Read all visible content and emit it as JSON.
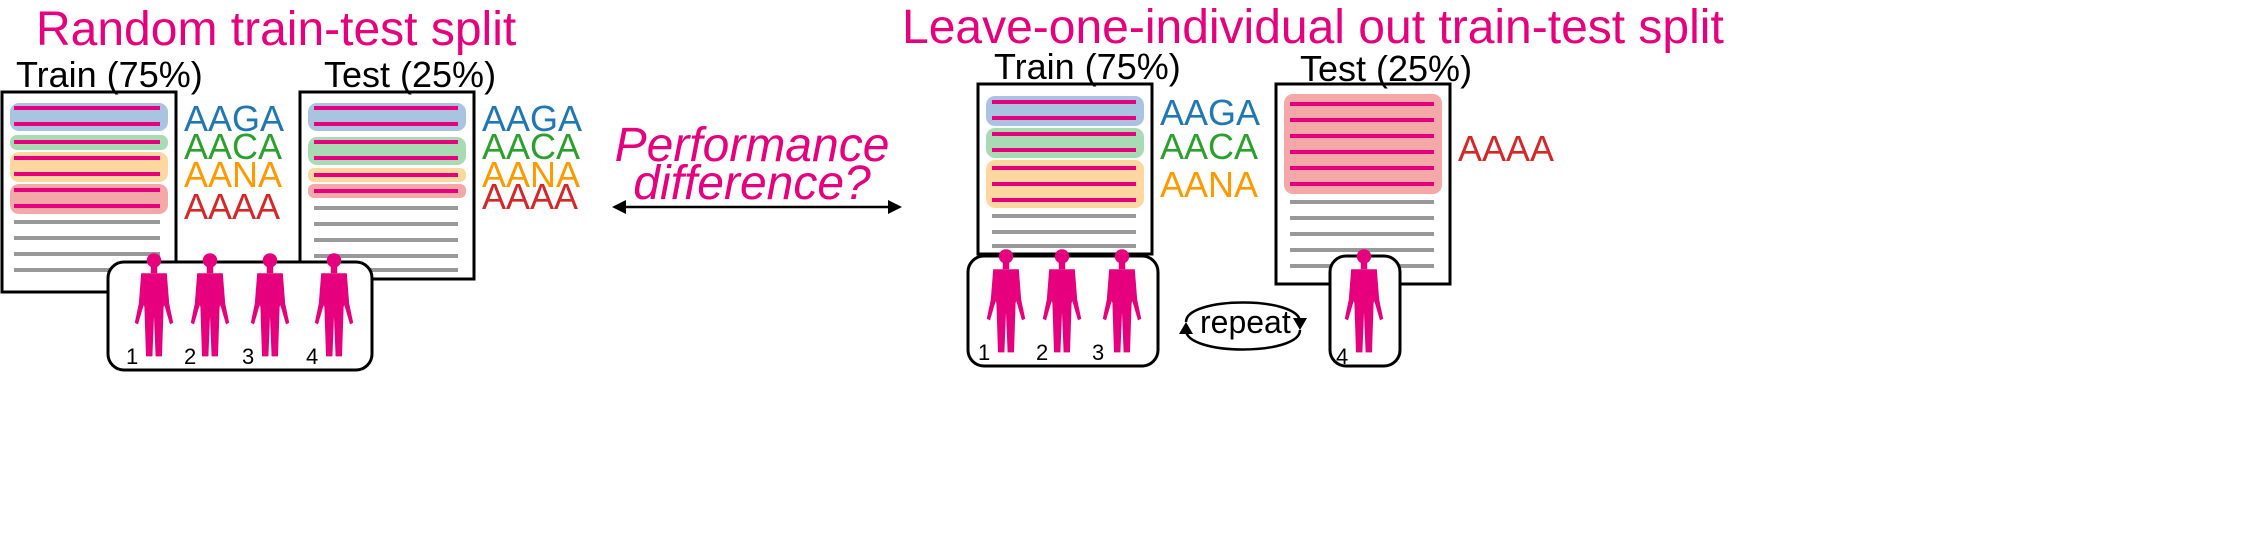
{
  "colors": {
    "magenta": "#e6007e",
    "blue": "#1f77b4",
    "green": "#2ca02c",
    "orange": "#ff9900",
    "red": "#d62728",
    "gray": "#999999"
  },
  "left": {
    "title": "Random train-test split",
    "train_label": "Train (75%)",
    "test_label": "Test (25%)",
    "train_codes": [
      "AAGA",
      "AACA",
      "AANA",
      "AAAA"
    ],
    "test_codes": [
      "AAGA",
      "AACA",
      "AANA",
      "AAAA"
    ],
    "individuals": [
      "1",
      "2",
      "3",
      "4"
    ]
  },
  "center": {
    "question_line1": "Performance",
    "question_line2": "difference?"
  },
  "right": {
    "title": "Leave-one-individual out train-test split",
    "train_label": "Train (75%)",
    "test_label": "Test (25%)",
    "train_codes": [
      "AAGA",
      "AACA",
      "AANA"
    ],
    "test_codes": [
      "AAAA"
    ],
    "train_individuals": [
      "1",
      "2",
      "3"
    ],
    "test_individuals": [
      "4"
    ],
    "repeat_label": "repeat"
  }
}
